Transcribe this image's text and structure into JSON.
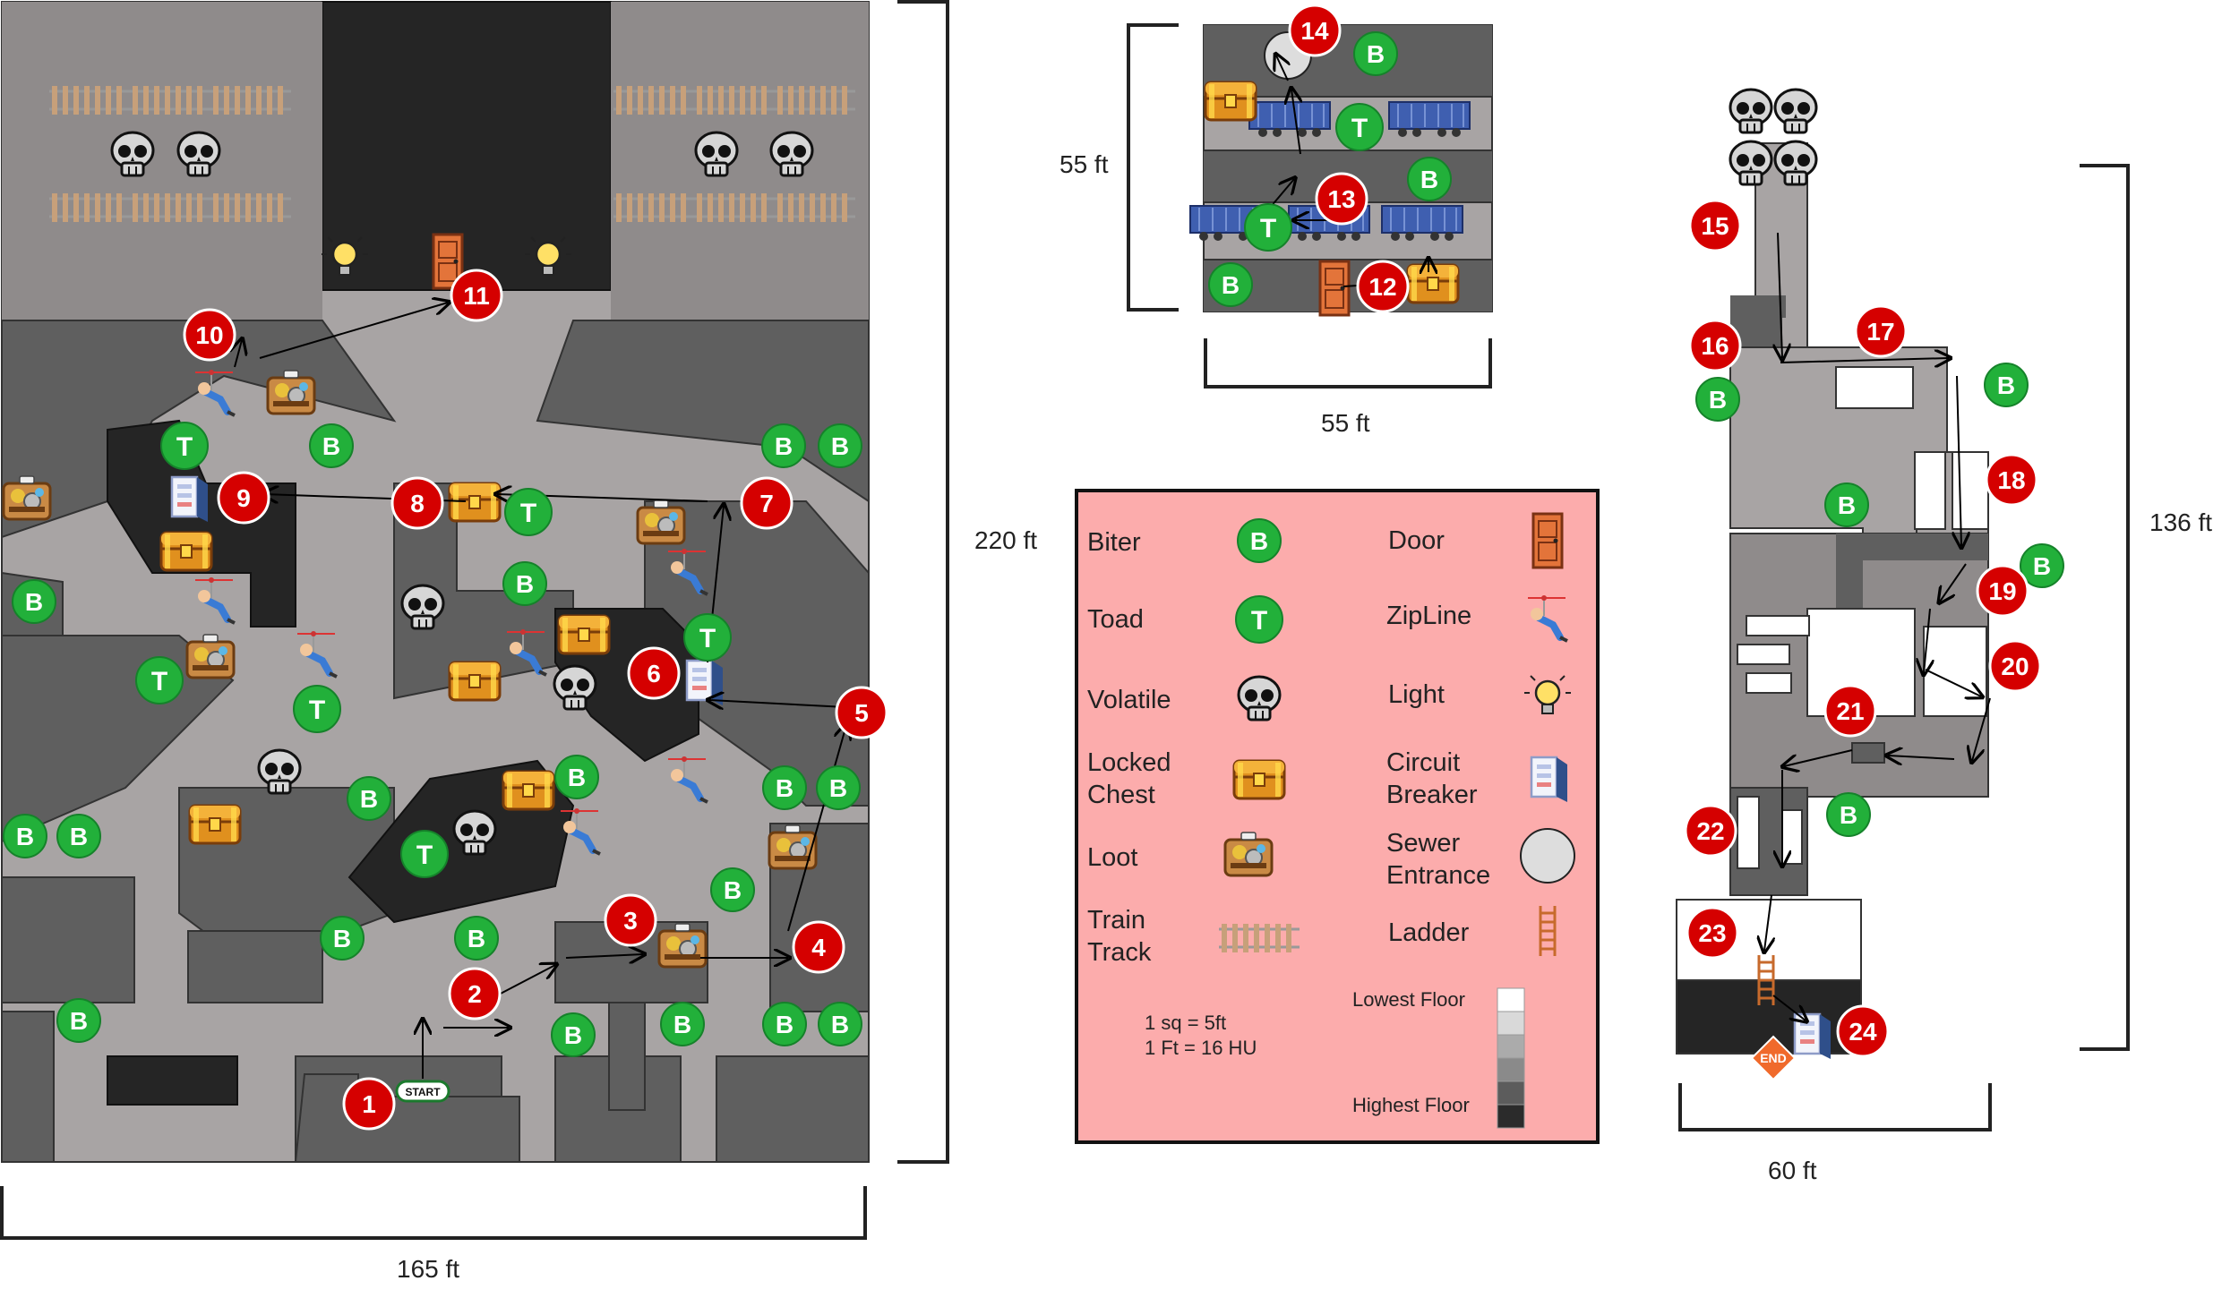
{
  "dimensions": {
    "main_width": "165 ft",
    "main_height": "220 ft",
    "top_width": "55 ft",
    "top_height": "55 ft",
    "right_width": "60 ft",
    "right_height": "136 ft"
  },
  "legend": {
    "items": [
      {
        "label": "Biter",
        "icon": "biter-icon",
        "glyph": "B"
      },
      {
        "label": "Toad",
        "icon": "toad-icon",
        "glyph": "T"
      },
      {
        "label": "Volatile",
        "icon": "skull-icon"
      },
      {
        "label": "Locked Chest",
        "icon": "chest-icon"
      },
      {
        "label": "Loot",
        "icon": "loot-icon"
      },
      {
        "label": "Train Track",
        "icon": "track-icon"
      },
      {
        "label": "Door",
        "icon": "door-icon"
      },
      {
        "label": "ZipLine",
        "icon": "zipline-icon"
      },
      {
        "label": "Light",
        "icon": "bulb-icon"
      },
      {
        "label": "Circuit Breaker",
        "icon": "breaker-icon"
      },
      {
        "label": "Sewer Entrance",
        "icon": "sewer-icon"
      },
      {
        "label": "Ladder",
        "icon": "ladder-icon"
      }
    ],
    "scale_line1": "1 sq = 5ft",
    "scale_line2": "1 Ft = 16 HU",
    "lowest_floor": "Lowest Floor",
    "highest_floor": "Highest Floor",
    "floor_colors": [
      "#ffffff",
      "#d9d9d9",
      "#ababab",
      "#8a8a8a",
      "#5c5c5c",
      "#2b2b2b"
    ],
    "bg_color": "#fcacac"
  },
  "badges": {
    "start": "START",
    "end": "END"
  },
  "markers": [
    "1",
    "2",
    "3",
    "4",
    "5",
    "6",
    "7",
    "8",
    "9",
    "10",
    "11",
    "12",
    "13",
    "14",
    "15",
    "16",
    "17",
    "18",
    "19",
    "20",
    "21",
    "22",
    "23",
    "24"
  ],
  "enemy_glyphs": {
    "biter": "B",
    "toad": "T"
  },
  "colors": {
    "marker_red": "#d50000",
    "biter_green": "#1ea834",
    "floor_light": "#a8a4a4",
    "floor_mid": "#5f5f5f",
    "floor_dark": "#252525"
  }
}
